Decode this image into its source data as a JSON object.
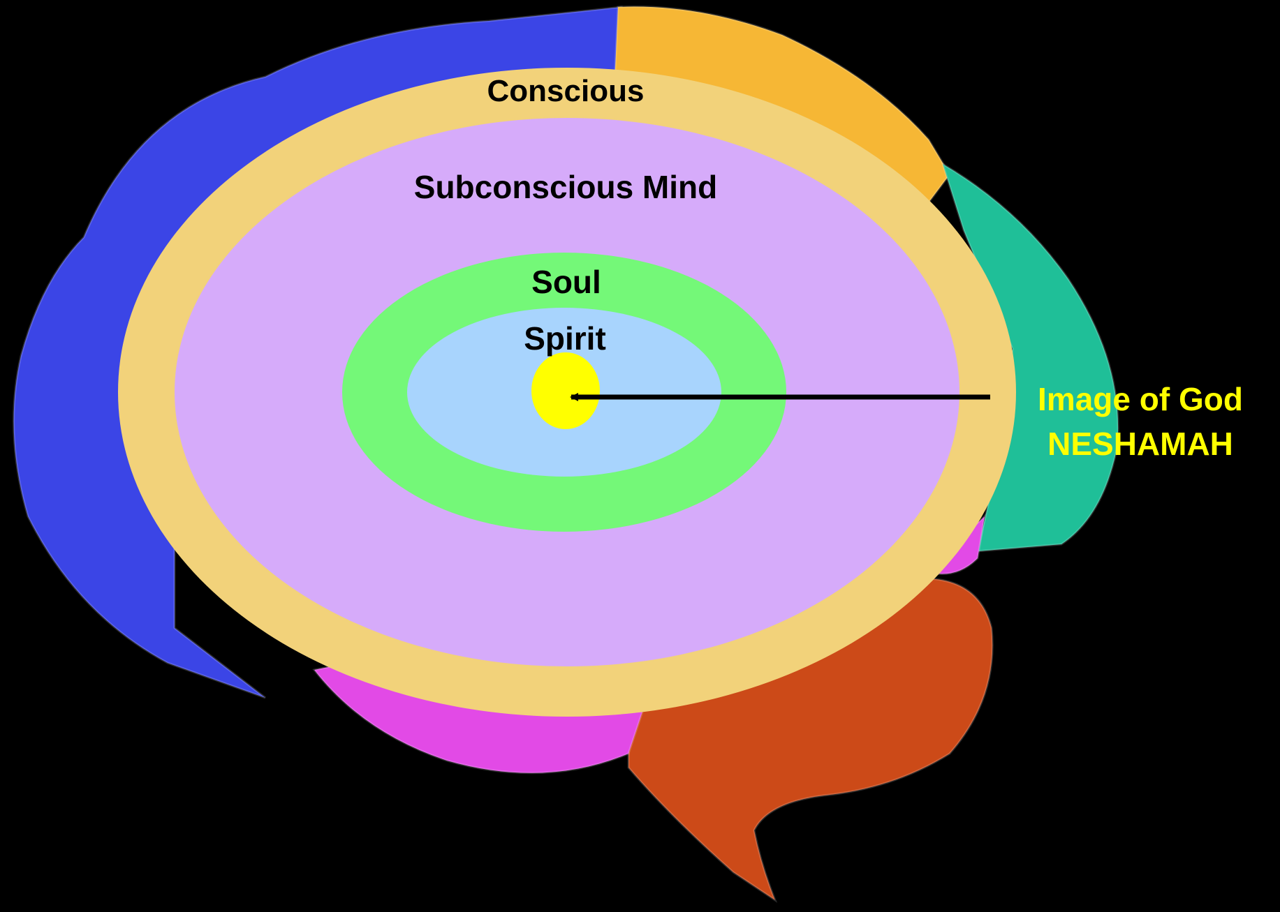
{
  "layers": {
    "conscious": {
      "label": "Conscious",
      "color": "#f2d27a"
    },
    "subconscious": {
      "label": "Subconscious Mind",
      "color": "#d6abfa"
    },
    "soul": {
      "label": "Soul",
      "color": "#74f878"
    },
    "spirit": {
      "label": "Spirit",
      "color": "#a8d4fd"
    },
    "core": {
      "color": "#ffff00"
    }
  },
  "callout": {
    "line1": "Image of God",
    "line2": "NESHAMAH",
    "color": "#ffff00"
  },
  "brain_lobes": {
    "frontal": "#3b45e6",
    "parietal": "#f6b735",
    "occipital": "#1fbf98",
    "temporal": "#cc4a18",
    "cerebellum_top": "#e24ae6",
    "cerebellum_bottom": "#e24ae6"
  }
}
